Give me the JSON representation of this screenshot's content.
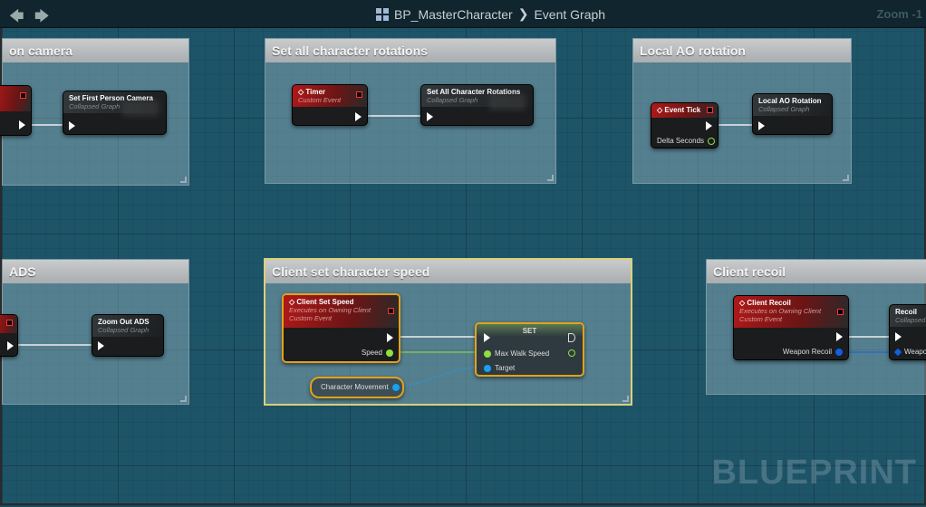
{
  "header": {
    "breadcrumb_root": "BP_MasterCharacter",
    "breadcrumb_sep": "❯",
    "breadcrumb_leaf": "Event Graph",
    "zoom": "Zoom -1",
    "back_icon": "arrow-left",
    "forward_icon": "arrow-right"
  },
  "comments": [
    {
      "title": "on camera"
    },
    {
      "title": "Set all character rotations"
    },
    {
      "title": "Local AO rotation"
    },
    {
      "title": "ADS"
    },
    {
      "title": "Client set character speed"
    },
    {
      "title": "Client recoil"
    }
  ],
  "nodes": {
    "set_fp_camera": {
      "title": "Set First Person Camera",
      "sub": "Collapsed Graph"
    },
    "timer": {
      "title": "Timer",
      "sub": "Custom Event"
    },
    "set_all_rot": {
      "title": "Set All Character Rotations",
      "sub": "Collapsed Graph"
    },
    "event_tick": {
      "title": "Event Tick",
      "pin": "Delta Seconds"
    },
    "local_ao": {
      "title": "Local AO Rotation",
      "sub": "Collapsed Graph"
    },
    "zoom_out_ads": {
      "title": "Zoom Out ADS",
      "sub": "Collapsed Graph"
    },
    "client_set_speed": {
      "title": "Client Set Speed",
      "sub1": "Executes on Owning Client",
      "sub2": "Custom Event",
      "pin": "Speed"
    },
    "set": {
      "title": "SET",
      "pin1": "Max Walk Speed",
      "pin2": "Target"
    },
    "char_movement": {
      "title": "Character Movement"
    },
    "client_recoil": {
      "title": "Client Recoil",
      "sub1": "Executes on Owning Client",
      "sub2": "Custom Event",
      "pin": "Weapon Recoil"
    },
    "recoil": {
      "title": "Recoil",
      "sub": "Collapsed",
      "pin": "Weapon"
    }
  },
  "watermark": "BLUEPRINT"
}
